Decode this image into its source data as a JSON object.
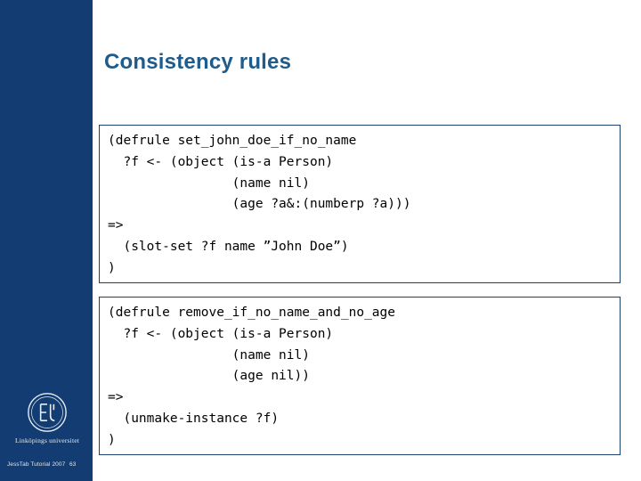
{
  "slide": {
    "title": "Consistency rules",
    "background_color": "#ffffff",
    "accent_color": "#123c72",
    "title_color": "#1f5c8b"
  },
  "sidebar": {
    "logo_text": "Linköpings universitet",
    "logo_icon": "liu-seal-icon"
  },
  "footer": {
    "left_text": "JessTab Tutorial 2007",
    "page_number": "63"
  },
  "code_blocks": [
    {
      "id": "rule-set-john-doe",
      "text": "(defrule set_john_doe_if_no_name\n  ?f <- (object (is-a Person)\n                (name nil)\n                (age ?a&:(numberp ?a)))\n=>\n  (slot-set ?f name ”John Doe”)\n)"
    },
    {
      "id": "rule-remove-if-no-name-and-no-age",
      "text": "(defrule remove_if_no_name_and_no_age\n  ?f <- (object (is-a Person)\n                (name nil)\n                (age nil))\n=>\n  (unmake-instance ?f)\n)"
    }
  ]
}
